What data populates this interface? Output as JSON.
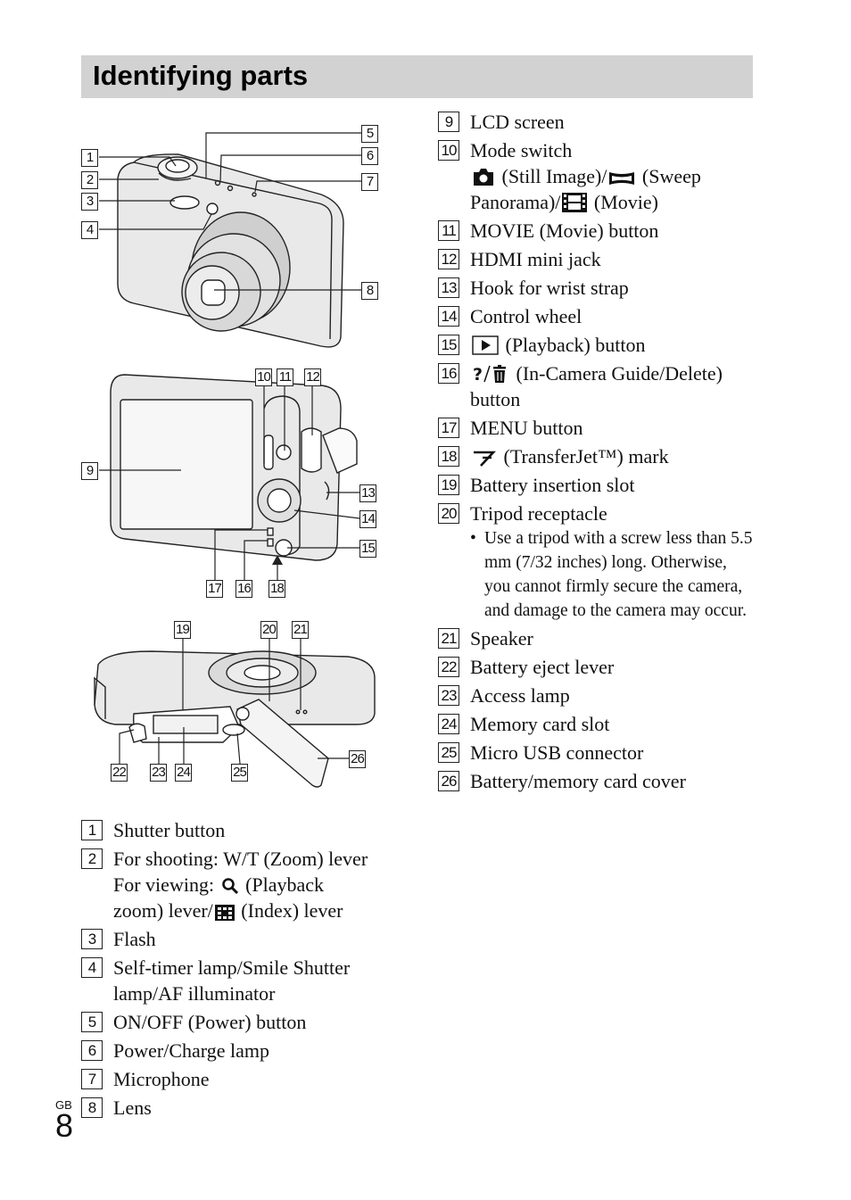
{
  "title": "Identifying parts",
  "page": {
    "region": "GB",
    "number": "8"
  },
  "callouts": [
    "1",
    "2",
    "3",
    "4",
    "5",
    "6",
    "7",
    "8",
    "9",
    "10",
    "11",
    "12",
    "13",
    "14",
    "15",
    "16",
    "17",
    "18",
    "19",
    "20",
    "21",
    "22",
    "23",
    "24",
    "25",
    "26"
  ],
  "left_list": [
    {
      "num": "1",
      "text": "Shutter button"
    },
    {
      "num": "2",
      "line1": "For shooting: W/T (Zoom) lever",
      "line2a": "For viewing:",
      "line2b": "(Playback",
      "line3a": "zoom) lever/",
      "line3b": "(Index) lever"
    },
    {
      "num": "3",
      "text": "Flash"
    },
    {
      "num": "4",
      "text": "Self-timer lamp/Smile Shutter lamp/AF illuminator"
    },
    {
      "num": "5",
      "text": "ON/OFF (Power) button"
    },
    {
      "num": "6",
      "text": "Power/Charge lamp"
    },
    {
      "num": "7",
      "text": "Microphone"
    },
    {
      "num": "8",
      "text": "Lens"
    }
  ],
  "right_list": [
    {
      "num": "9",
      "text": "LCD screen"
    },
    {
      "num": "10",
      "line1": "Mode switch",
      "line2a": "(Still Image)/",
      "line2b": "(Sweep",
      "line3a": "Panorama)/",
      "line3b": "(Movie)"
    },
    {
      "num": "11",
      "text": "MOVIE (Movie) button"
    },
    {
      "num": "12",
      "text": "HDMI mini jack"
    },
    {
      "num": "13",
      "text": "Hook for wrist strap"
    },
    {
      "num": "14",
      "text": "Control wheel"
    },
    {
      "num": "15",
      "text": "(Playback) button"
    },
    {
      "num": "16",
      "text": "(In-Camera Guide/Delete) button"
    },
    {
      "num": "17",
      "text": "MENU button"
    },
    {
      "num": "18",
      "text": "(TransferJet™) mark"
    },
    {
      "num": "19",
      "text": "Battery insertion slot"
    },
    {
      "num": "20",
      "text": "Tripod receptacle",
      "bullet": "Use a tripod with a screw less than 5.5 mm (7/32 inches) long. Otherwise, you cannot firmly secure the camera, and damage to the camera may occur."
    },
    {
      "num": "21",
      "text": "Speaker"
    },
    {
      "num": "22",
      "text": "Battery eject lever"
    },
    {
      "num": "23",
      "text": "Access lamp"
    },
    {
      "num": "24",
      "text": "Memory card slot"
    },
    {
      "num": "25",
      "text": "Micro USB connector"
    },
    {
      "num": "26",
      "text": "Battery/memory card cover"
    }
  ],
  "icons": {
    "zoom": "magnifier-icon",
    "index": "index-grid-icon",
    "still": "camera-icon",
    "sweep": "panorama-icon",
    "movie": "film-icon",
    "playback": "play-icon",
    "guide_delete": "question-trash-icon",
    "transferjet": "transferjet-icon"
  }
}
